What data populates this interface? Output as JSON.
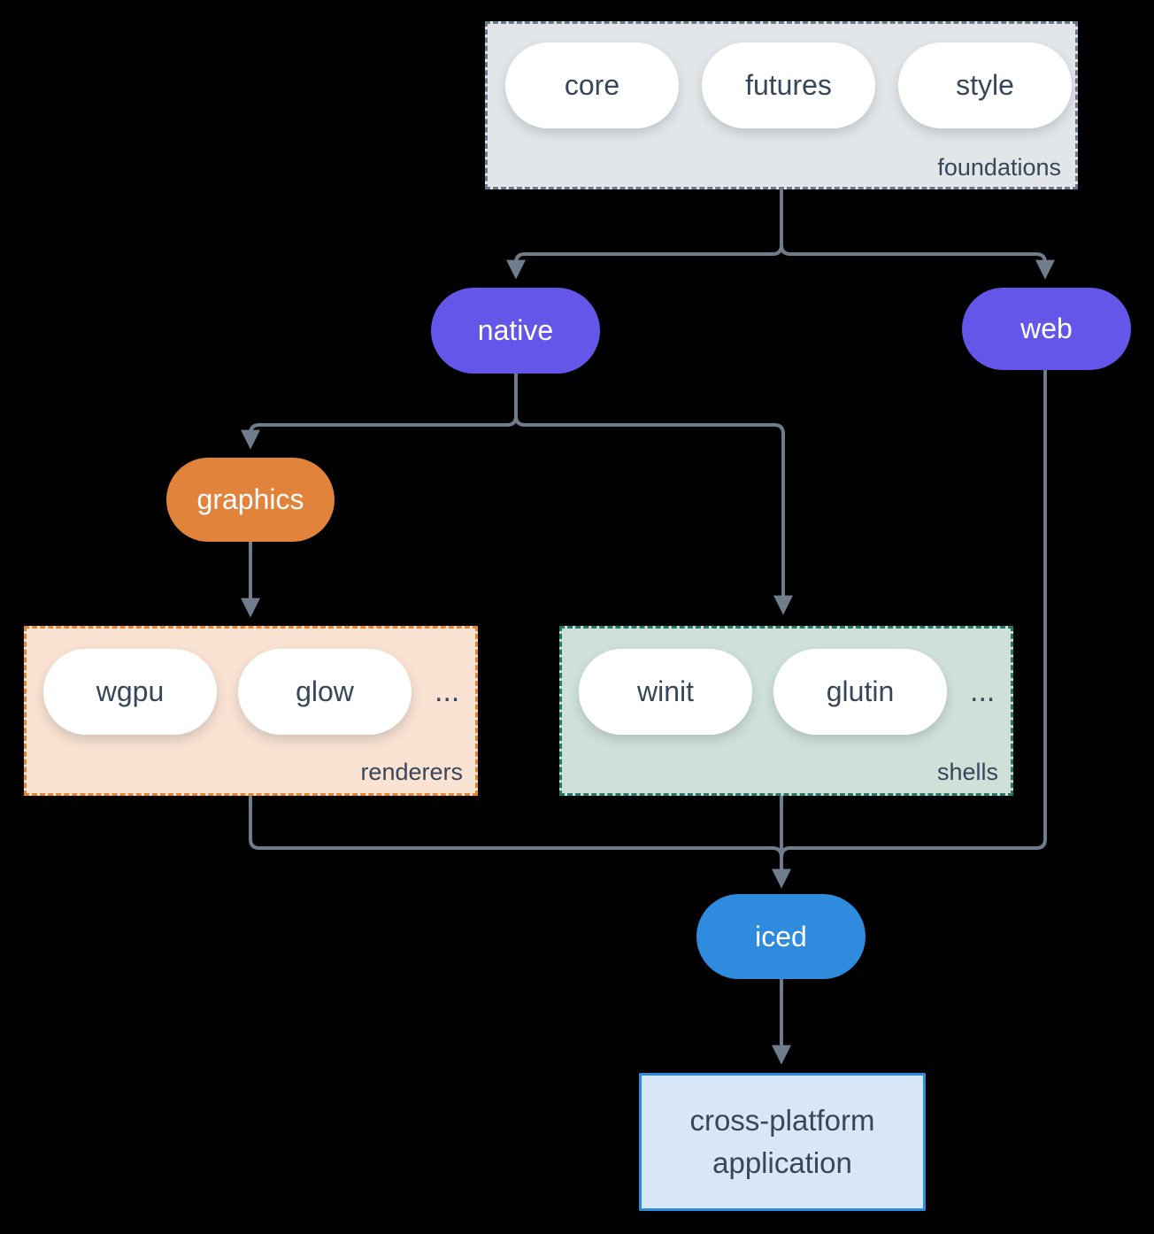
{
  "colors": {
    "background": "#000000",
    "connector": "#6e7c8c",
    "node_purple": "#6456e8",
    "node_orange": "#e2833c",
    "node_blue": "#2e8bdd",
    "dark_text": "#36475a",
    "foundations_bg": "#e2e6e9",
    "foundations_border": "#6b7a8c",
    "renderers_bg": "#f9e2d2",
    "renderers_border": "#e8832e",
    "shells_bg": "#cfe0d9",
    "shells_border": "#1f7a6a",
    "application_bg": "#d7e7f8",
    "application_border": "#2e8bdd"
  },
  "foundations": {
    "label": "foundations",
    "pills": [
      "core",
      "futures",
      "style"
    ]
  },
  "nodes": {
    "native": "native",
    "web": "web",
    "graphics": "graphics",
    "iced": "iced"
  },
  "renderers": {
    "label": "renderers",
    "pills": [
      "wgpu",
      "glow"
    ],
    "ellipsis": "..."
  },
  "shells": {
    "label": "shells",
    "pills": [
      "winit",
      "glutin"
    ],
    "ellipsis": "..."
  },
  "application": {
    "line1": "cross-platform",
    "line2": "application"
  }
}
